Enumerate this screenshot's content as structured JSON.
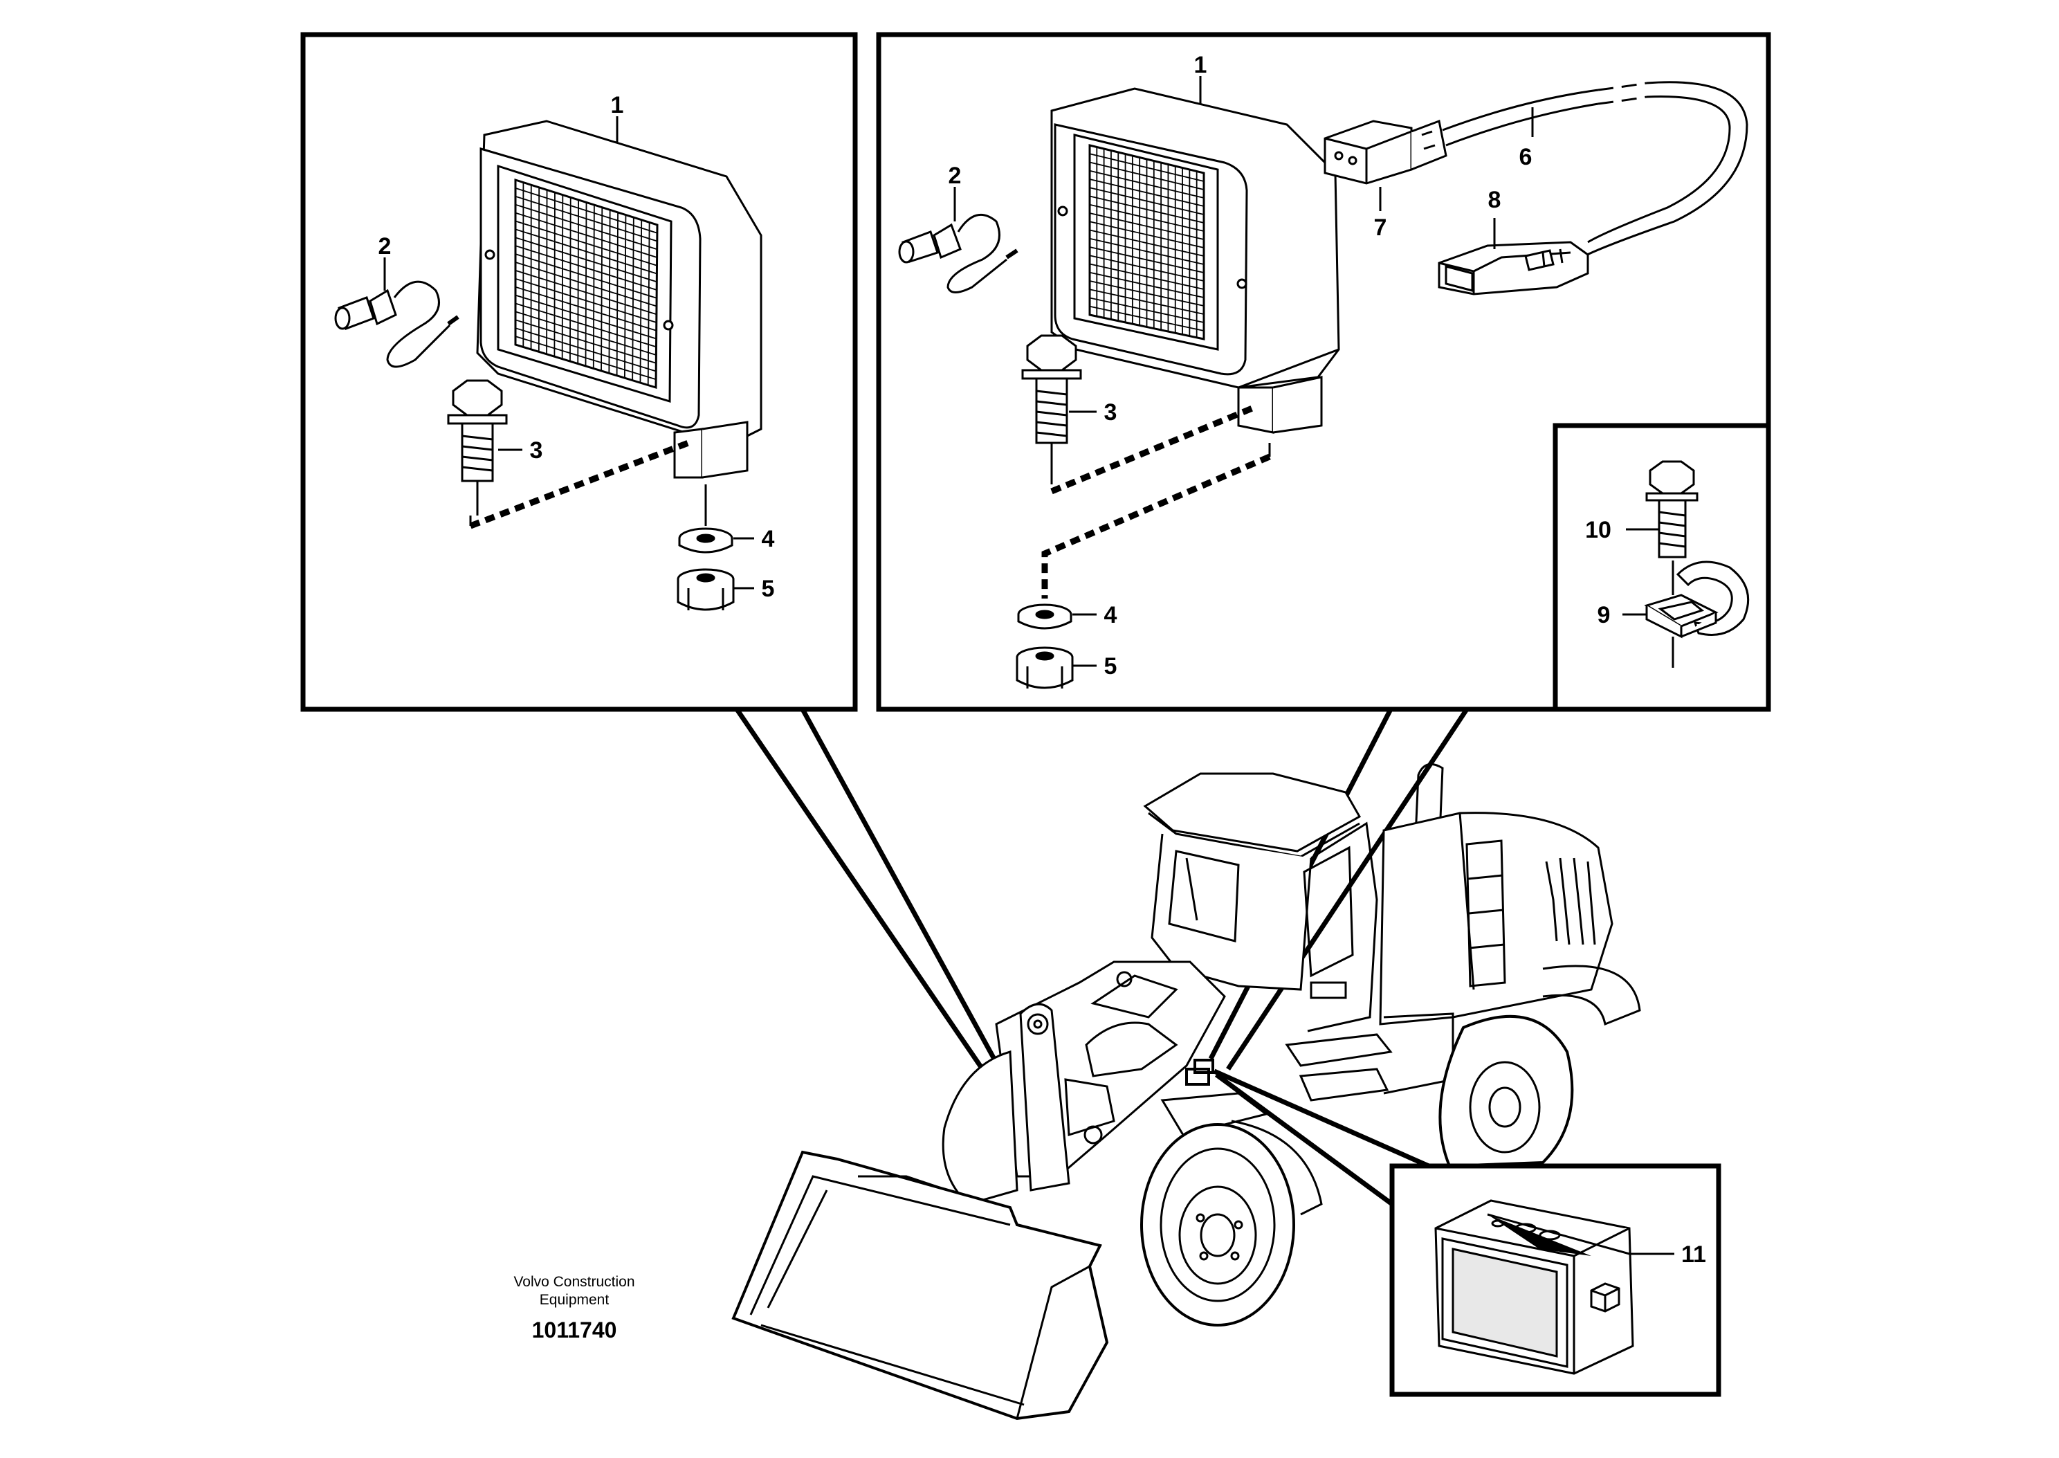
{
  "diagram": {
    "credit": {
      "company_line1": "Volvo Construction",
      "company_line2": "Equipment",
      "drawing_number": "1011740"
    },
    "callouts": {
      "left_panel": [
        "1",
        "2",
        "3",
        "4",
        "5"
      ],
      "right_panel": [
        "1",
        "2",
        "3",
        "4",
        "5",
        "6",
        "7",
        "8"
      ],
      "inset_clamp": [
        "10",
        "9"
      ],
      "inset_battery": [
        "11"
      ]
    }
  }
}
